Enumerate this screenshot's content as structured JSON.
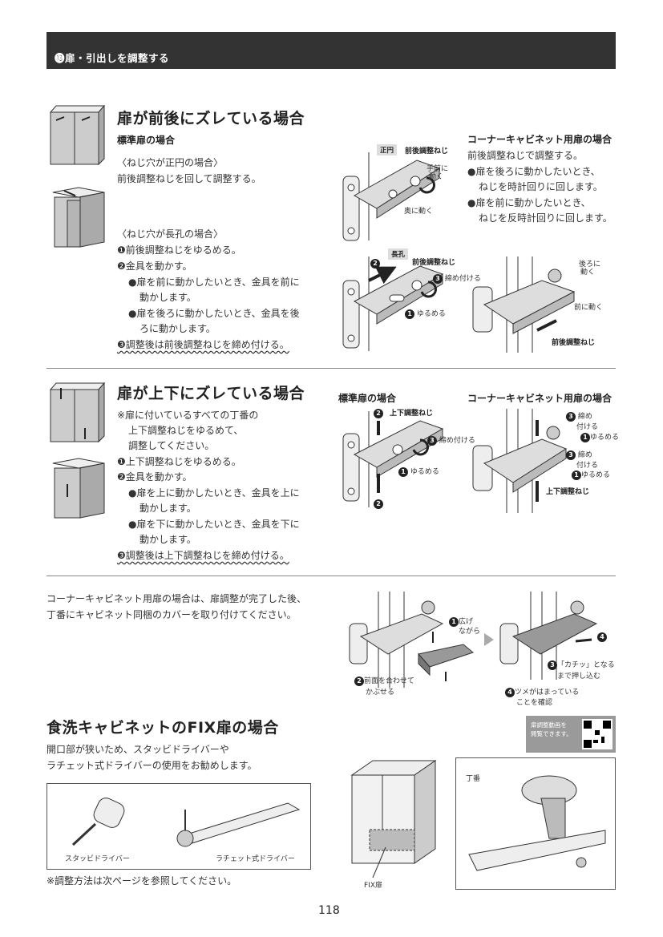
{
  "header": {
    "title": "⓭扉・引出しを調整する"
  },
  "s1": {
    "title": "扉が前後にズレている場合",
    "subtitle": "標準扉の場合",
    "case1_head": "〈ねじ穴が正円の場合〉",
    "case1_text": "前後調整ねじを回して調整する。",
    "case2_head": "〈ねじ穴が長孔の場合〉",
    "steps": [
      "❶前後調整ねじをゆるめる。",
      "❷金具を動かす。",
      "●扉を前に動かしたいとき、金具を前に",
      "動かします。",
      "●扉を後ろに動かしたいとき、金具を後",
      "ろに動かします。",
      "❸調整後は前後調整ねじを締め付ける。"
    ],
    "corner_title": "コーナーキャビネット用扉の場合",
    "corner_lines": [
      "前後調整ねじで調整する。",
      "●扉を後ろに動かしたいとき、",
      "ねじを時計回りに回します。",
      "●扉を前に動かしたいとき、",
      "ねじを反時計回りに回します。"
    ],
    "fig": {
      "seien": "正円",
      "zengo1": "前後調整ねじ",
      "temae": "手前に",
      "ugoku1": "動く",
      "oku": "奥に動く",
      "chouko": "長孔",
      "zengo2": "前後調整ねじ",
      "shimetsuke": "締め付ける",
      "yurumeru": "ゆるめる",
      "ushiro": "後ろに",
      "ugoku2": "動く",
      "mae": "前に動く",
      "zengo3": "前後調整ねじ"
    }
  },
  "s2": {
    "title": "扉が上下にズレている場合",
    "note": [
      "※扉に付いているすべての丁番の",
      "上下調整ねじをゆるめて、",
      "調整してください。"
    ],
    "steps": [
      "❶上下調整ねじをゆるめる。",
      "❷金具を動かす。",
      "●扉を上に動かしたいとき、金具を上に",
      "動かします。",
      "●扉を下に動かしたいとき、金具を下に",
      "動かします。",
      "❸調整後は上下調整ねじを締め付ける。"
    ],
    "fig": {
      "std_title": "標準扉の場合",
      "corner_title": "コーナーキャビネット用扉の場合",
      "joge1": "上下調整ねじ",
      "shime1": "締め付ける",
      "yuru1": "ゆるめる",
      "shime2a": "締め",
      "shime2b": "付ける",
      "yuru2": "ゆるめる",
      "shime3a": "締め",
      "shime3b": "付ける",
      "yuru3": "ゆるめる",
      "joge2": "上下調整ねじ"
    }
  },
  "s3": {
    "lines": [
      "コーナーキャビネット用扉の場合は、扉調整が完了した後、",
      "丁番にキャビネット同梱のカバーを取り付けてください。"
    ],
    "fig": {
      "hiroge": "広げ",
      "nagara": "ながら",
      "zenmen1": "前面を合わせて",
      "zenmen2": "かぶせる",
      "kachi1": "「カチッ」となる",
      "kachi2": "まで押し込む",
      "tsume1": "ツメがはまっている",
      "tsume2": "ことを確認"
    }
  },
  "s4": {
    "title": "食洗キャビネットのFIX扉の場合",
    "lines": [
      "開口部が狭いため、スタッビドライバーや",
      "ラチェット式ドライバーの使用をお勧めします。"
    ],
    "tool1": "スタッビドライバー",
    "tool2": "ラチェット式ドライバー",
    "note": "※調整方法は次ページを参照してください。",
    "qr_text": [
      "扉調整動画を",
      "閲覧できます。"
    ],
    "fix_label": "FIX扉",
    "hinge_label": "丁番"
  },
  "page_number": "118"
}
